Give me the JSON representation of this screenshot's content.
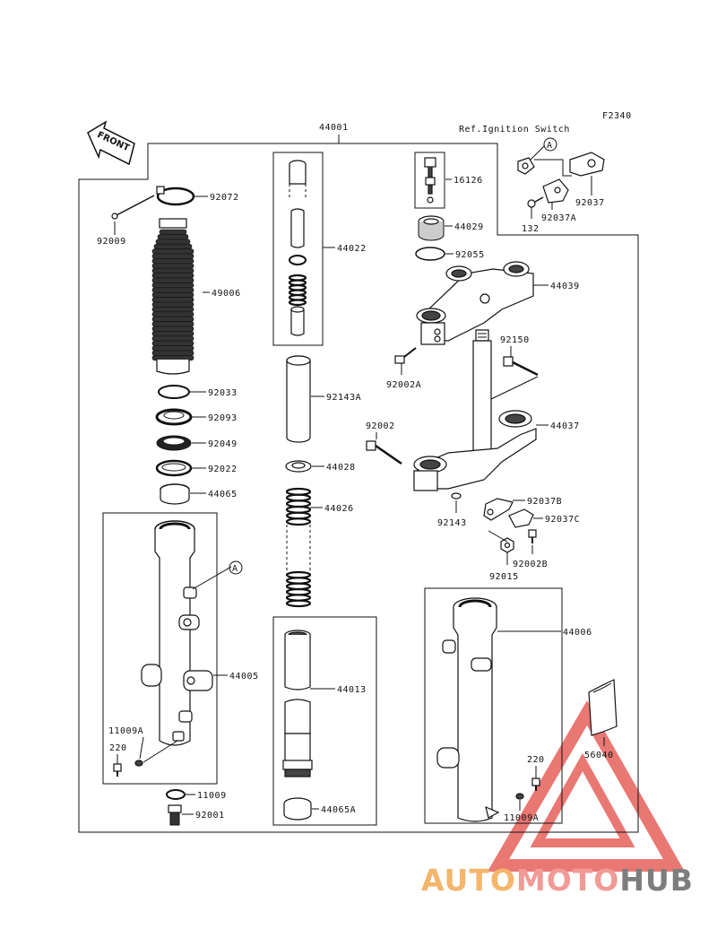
{
  "diagram": {
    "code": "F2340",
    "front_label": "FRONT",
    "ref_note": "Ref.Ignition Switch",
    "callout": "A",
    "top_number": "44001"
  },
  "parts": [
    {
      "id": "p92072",
      "label": "92072"
    },
    {
      "id": "p92009",
      "label": "92009"
    },
    {
      "id": "p49006",
      "label": "49006"
    },
    {
      "id": "p92033",
      "label": "92033"
    },
    {
      "id": "p92093",
      "label": "92093"
    },
    {
      "id": "p92049",
      "label": "92049"
    },
    {
      "id": "p92022",
      "label": "92022"
    },
    {
      "id": "p44065",
      "label": "44065"
    },
    {
      "id": "p44005",
      "label": "44005"
    },
    {
      "id": "p11009A_l",
      "label": "11009A"
    },
    {
      "id": "p220_l",
      "label": "220"
    },
    {
      "id": "p11009",
      "label": "11009"
    },
    {
      "id": "p92001",
      "label": "92001"
    },
    {
      "id": "p44022",
      "label": "44022"
    },
    {
      "id": "p92143A",
      "label": "92143A"
    },
    {
      "id": "p44028",
      "label": "44028"
    },
    {
      "id": "p44026",
      "label": "44026"
    },
    {
      "id": "p44013",
      "label": "44013"
    },
    {
      "id": "p44065A",
      "label": "44065A"
    },
    {
      "id": "p16126",
      "label": "16126"
    },
    {
      "id": "p44029",
      "label": "44029"
    },
    {
      "id": "p92055",
      "label": "92055"
    },
    {
      "id": "p44039",
      "label": "44039"
    },
    {
      "id": "p92002A",
      "label": "92002A"
    },
    {
      "id": "p92150",
      "label": "92150"
    },
    {
      "id": "p44037",
      "label": "44037"
    },
    {
      "id": "p92002",
      "label": "92002"
    },
    {
      "id": "p92037B",
      "label": "92037B"
    },
    {
      "id": "p92143",
      "label": "92143"
    },
    {
      "id": "p92037C",
      "label": "92037C"
    },
    {
      "id": "p92002B",
      "label": "92002B"
    },
    {
      "id": "p92015",
      "label": "92015"
    },
    {
      "id": "p92037",
      "label": "92037"
    },
    {
      "id": "p92037A",
      "label": "92037A"
    },
    {
      "id": "p132",
      "label": "132"
    },
    {
      "id": "p44006",
      "label": "44006"
    },
    {
      "id": "p56040",
      "label": "56040"
    },
    {
      "id": "p220_r",
      "label": "220"
    },
    {
      "id": "p11009A_r",
      "label": "11009A"
    }
  ],
  "watermark": {
    "part1": "AUTO",
    "part2": "MOTO",
    "part3": "HUB",
    "color1": "#f5b56a",
    "color2": "#f29a95",
    "color3": "#7d7d7d"
  }
}
